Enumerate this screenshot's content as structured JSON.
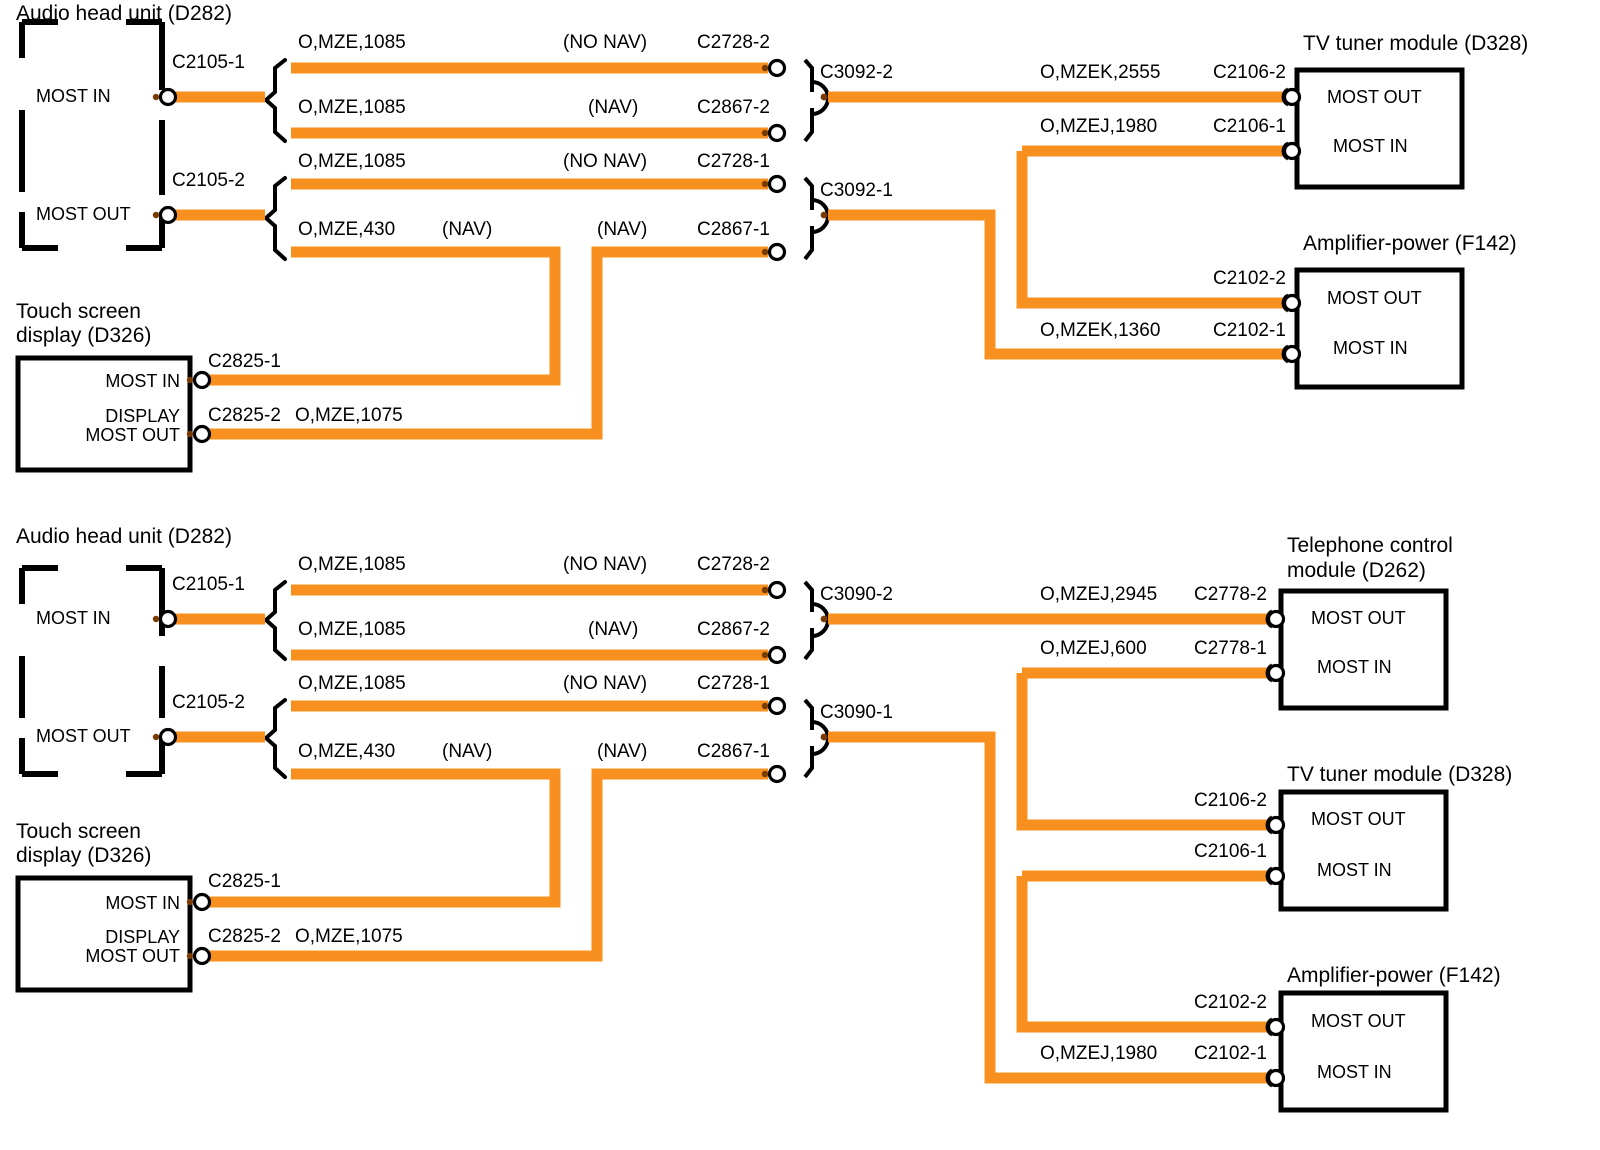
{
  "meta": {
    "title": "MOST ring wiring diagram",
    "wire_color": "#F7901E",
    "line_color": "#000000",
    "bg": "#FFFFFF"
  },
  "diagrams": [
    {
      "id": "top",
      "source": {
        "name": "Audio head unit (D282)",
        "ports": [
          {
            "label": "MOST IN",
            "connector": "C2105-1"
          },
          {
            "label": "MOST OUT",
            "connector": "C2105-2"
          }
        ]
      },
      "branches": [
        {
          "group": "C2105-1",
          "inline": "C3092-2",
          "wires": [
            {
              "spec": "O,MZE,1085",
              "variant": "(NO NAV)",
              "connector": "C2728-2"
            },
            {
              "spec": "O,MZE,1085",
              "variant": "(NAV)",
              "connector": "C2867-2"
            }
          ]
        },
        {
          "group": "C2105-2",
          "inline": "C3092-1",
          "wires": [
            {
              "spec": "O,MZE,1085",
              "variant": "(NO NAV)",
              "connector": "C2728-1"
            },
            {
              "spec": "O,MZE,430",
              "variant": "(NAV)",
              "variant2": "(NAV)",
              "connector": "C2867-1"
            }
          ]
        }
      ],
      "display": {
        "name": "Touch screen\ndisplay (D326)",
        "name_line1": "Touch screen",
        "name_line2": "display (D326)",
        "ports": [
          {
            "label": "MOST IN",
            "connector": "C2825-1",
            "spec": ""
          },
          {
            "label_line1": "DISPLAY",
            "label_line2": "MOST OUT",
            "connector": "C2825-2",
            "spec": "O,MZE,1075"
          }
        ]
      },
      "modules": [
        {
          "name": "TV tuner module (D328)",
          "ports": [
            {
              "label": "MOST OUT",
              "connector": "C2106-2",
              "spec": "O,MZEK,2555"
            },
            {
              "label": "MOST IN",
              "connector": "C2106-1",
              "spec": "O,MZEJ,1980"
            }
          ]
        },
        {
          "name": "Amplifier-power (F142)",
          "ports": [
            {
              "label": "MOST OUT",
              "connector": "C2102-2",
              "spec": ""
            },
            {
              "label": "MOST IN",
              "connector": "C2102-1",
              "spec": "O,MZEK,1360"
            }
          ]
        }
      ]
    },
    {
      "id": "bottom",
      "source": {
        "name": "Audio head unit (D282)",
        "ports": [
          {
            "label": "MOST IN",
            "connector": "C2105-1"
          },
          {
            "label": "MOST OUT",
            "connector": "C2105-2"
          }
        ]
      },
      "branches": [
        {
          "group": "C2105-1",
          "inline": "C3090-2",
          "wires": [
            {
              "spec": "O,MZE,1085",
              "variant": "(NO NAV)",
              "connector": "C2728-2"
            },
            {
              "spec": "O,MZE,1085",
              "variant": "(NAV)",
              "connector": "C2867-2"
            }
          ]
        },
        {
          "group": "C2105-2",
          "inline": "C3090-1",
          "wires": [
            {
              "spec": "O,MZE,1085",
              "variant": "(NO NAV)",
              "connector": "C2728-1"
            },
            {
              "spec": "O,MZE,430",
              "variant": "(NAV)",
              "variant2": "(NAV)",
              "connector": "C2867-1"
            }
          ]
        }
      ],
      "display": {
        "name_line1": "Touch screen",
        "name_line2": "display (D326)",
        "ports": [
          {
            "label": "MOST IN",
            "connector": "C2825-1",
            "spec": ""
          },
          {
            "label_line1": "DISPLAY",
            "label_line2": "MOST OUT",
            "connector": "C2825-2",
            "spec": "O,MZE,1075"
          }
        ]
      },
      "modules": [
        {
          "name_line1": "Telephone control",
          "name_line2": "module (D262)",
          "ports": [
            {
              "label": "MOST OUT",
              "connector": "C2778-2",
              "spec": "O,MZEJ,2945"
            },
            {
              "label": "MOST IN",
              "connector": "C2778-1",
              "spec": "O,MZEJ,600"
            }
          ]
        },
        {
          "name": "TV tuner module (D328)",
          "ports": [
            {
              "label": "MOST OUT",
              "connector": "C2106-2",
              "spec": ""
            },
            {
              "label": "MOST IN",
              "connector": "C2106-1",
              "spec": ""
            }
          ]
        },
        {
          "name": "Amplifier-power (F142)",
          "ports": [
            {
              "label": "MOST OUT",
              "connector": "C2102-2",
              "spec": ""
            },
            {
              "label": "MOST IN",
              "connector": "C2102-1",
              "spec": "O,MZEJ,1980"
            }
          ]
        }
      ]
    }
  ]
}
